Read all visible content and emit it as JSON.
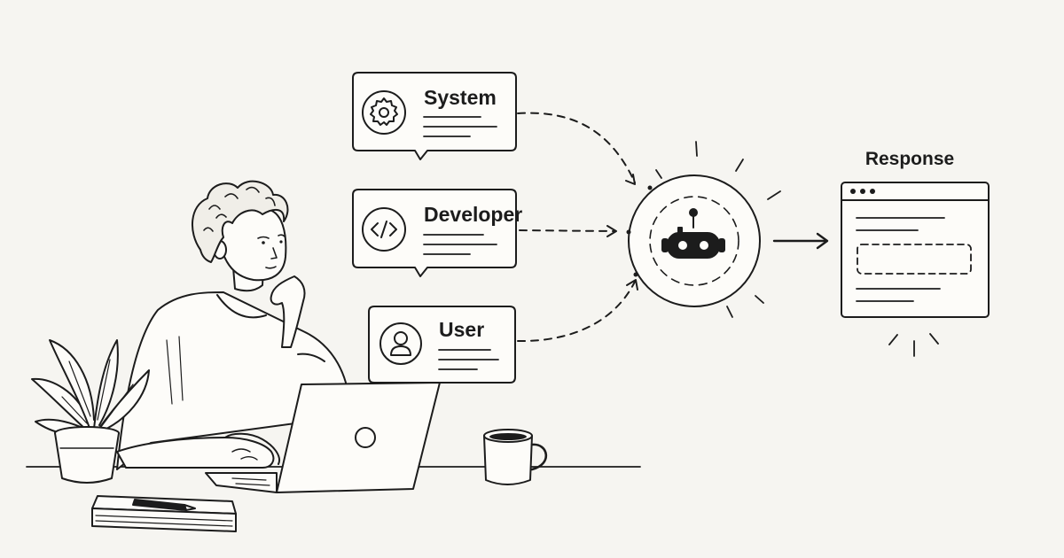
{
  "diagram": {
    "inputs": [
      {
        "id": "system",
        "label": "System",
        "icon": "gear-icon"
      },
      {
        "id": "developer",
        "label": "Developer",
        "icon": "code-icon"
      },
      {
        "id": "user",
        "label": "User",
        "icon": "user-icon"
      }
    ],
    "model": {
      "icon": "robot-icon"
    },
    "output": {
      "label": "Response",
      "icon": "browser-window-icon"
    }
  },
  "colors": {
    "background": "#f6f5f1",
    "ink": "#1c1c1c",
    "paper": "#fdfcf9"
  }
}
